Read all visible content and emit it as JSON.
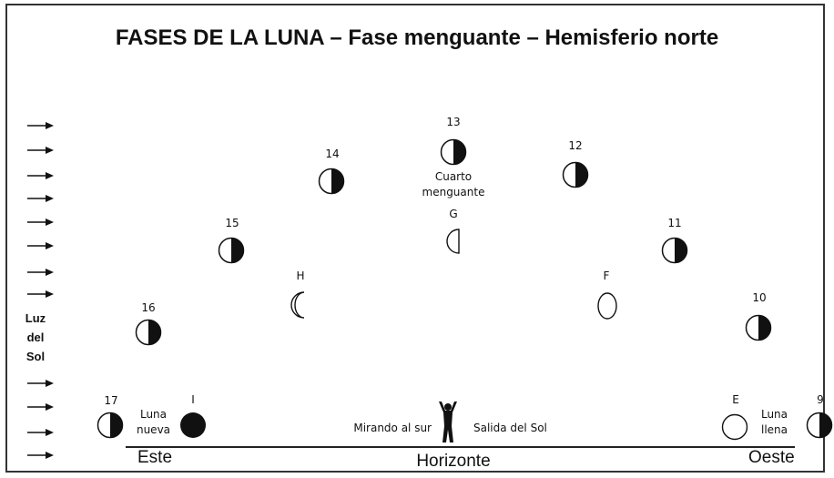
{
  "title": "FASES DE LA LUNA – Fase menguante – Hemisferio norte",
  "sun_label": [
    "Luz",
    "del",
    "Sol"
  ],
  "moons": {
    "m9": "9",
    "m10": "10",
    "m11": "11",
    "m12": "12",
    "m13": "13",
    "m14": "14",
    "m15": "15",
    "m16": "16",
    "m17": "17"
  },
  "phases": {
    "E": "E",
    "F": "F",
    "G": "G",
    "H": "H",
    "I": "I"
  },
  "cuarto": [
    "Cuarto",
    "menguante"
  ],
  "luna_llena": [
    "Luna",
    "llena"
  ],
  "luna_nueva": [
    "Luna",
    "nueva"
  ],
  "observer_left": "Mirando al sur",
  "observer_right": "Salida del Sol",
  "horizon": {
    "east": "Este",
    "center": "Horizonte",
    "west": "Oeste"
  },
  "colors": {
    "ink": "#111111",
    "background": "#ffffff"
  }
}
